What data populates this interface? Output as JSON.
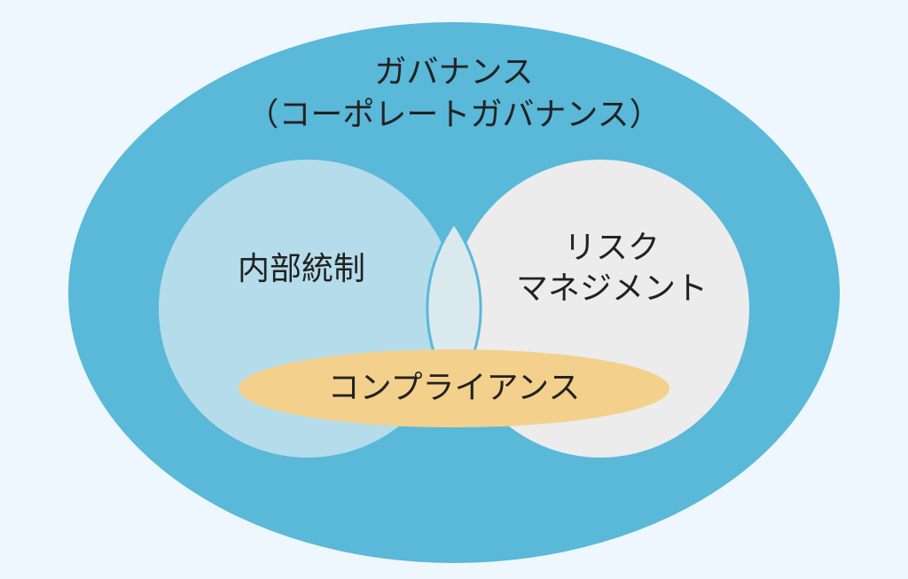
{
  "governance": {
    "title": "ガバナンス",
    "subtitle": "（コーポレートガバナンス）"
  },
  "internal_control": "内部統制",
  "risk_management": {
    "line1": "リスク",
    "line2": "マネジメント"
  },
  "compliance": "コンプライアンス",
  "colors": {
    "outer": "#5ab8d9",
    "left": "#b5dcea",
    "right": "#ececec",
    "overlap": "#d9e9ee",
    "compliance": "#f3d18c"
  }
}
